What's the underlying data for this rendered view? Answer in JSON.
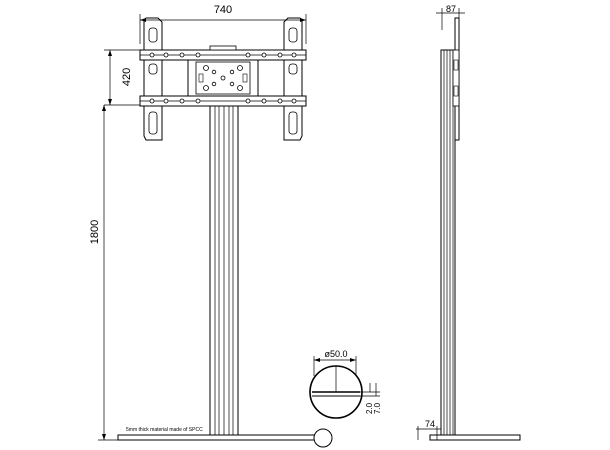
{
  "dimensions": {
    "width_total": "740",
    "height_bracket": "420",
    "height_total": "1800",
    "depth_top": "87",
    "base_offset": "74",
    "tube_diameter": "ø50.0",
    "base_thickness_1": "2.0",
    "base_thickness_2": "7.0"
  },
  "notes": {
    "base_material": "5mm thick material made of SPCC"
  }
}
